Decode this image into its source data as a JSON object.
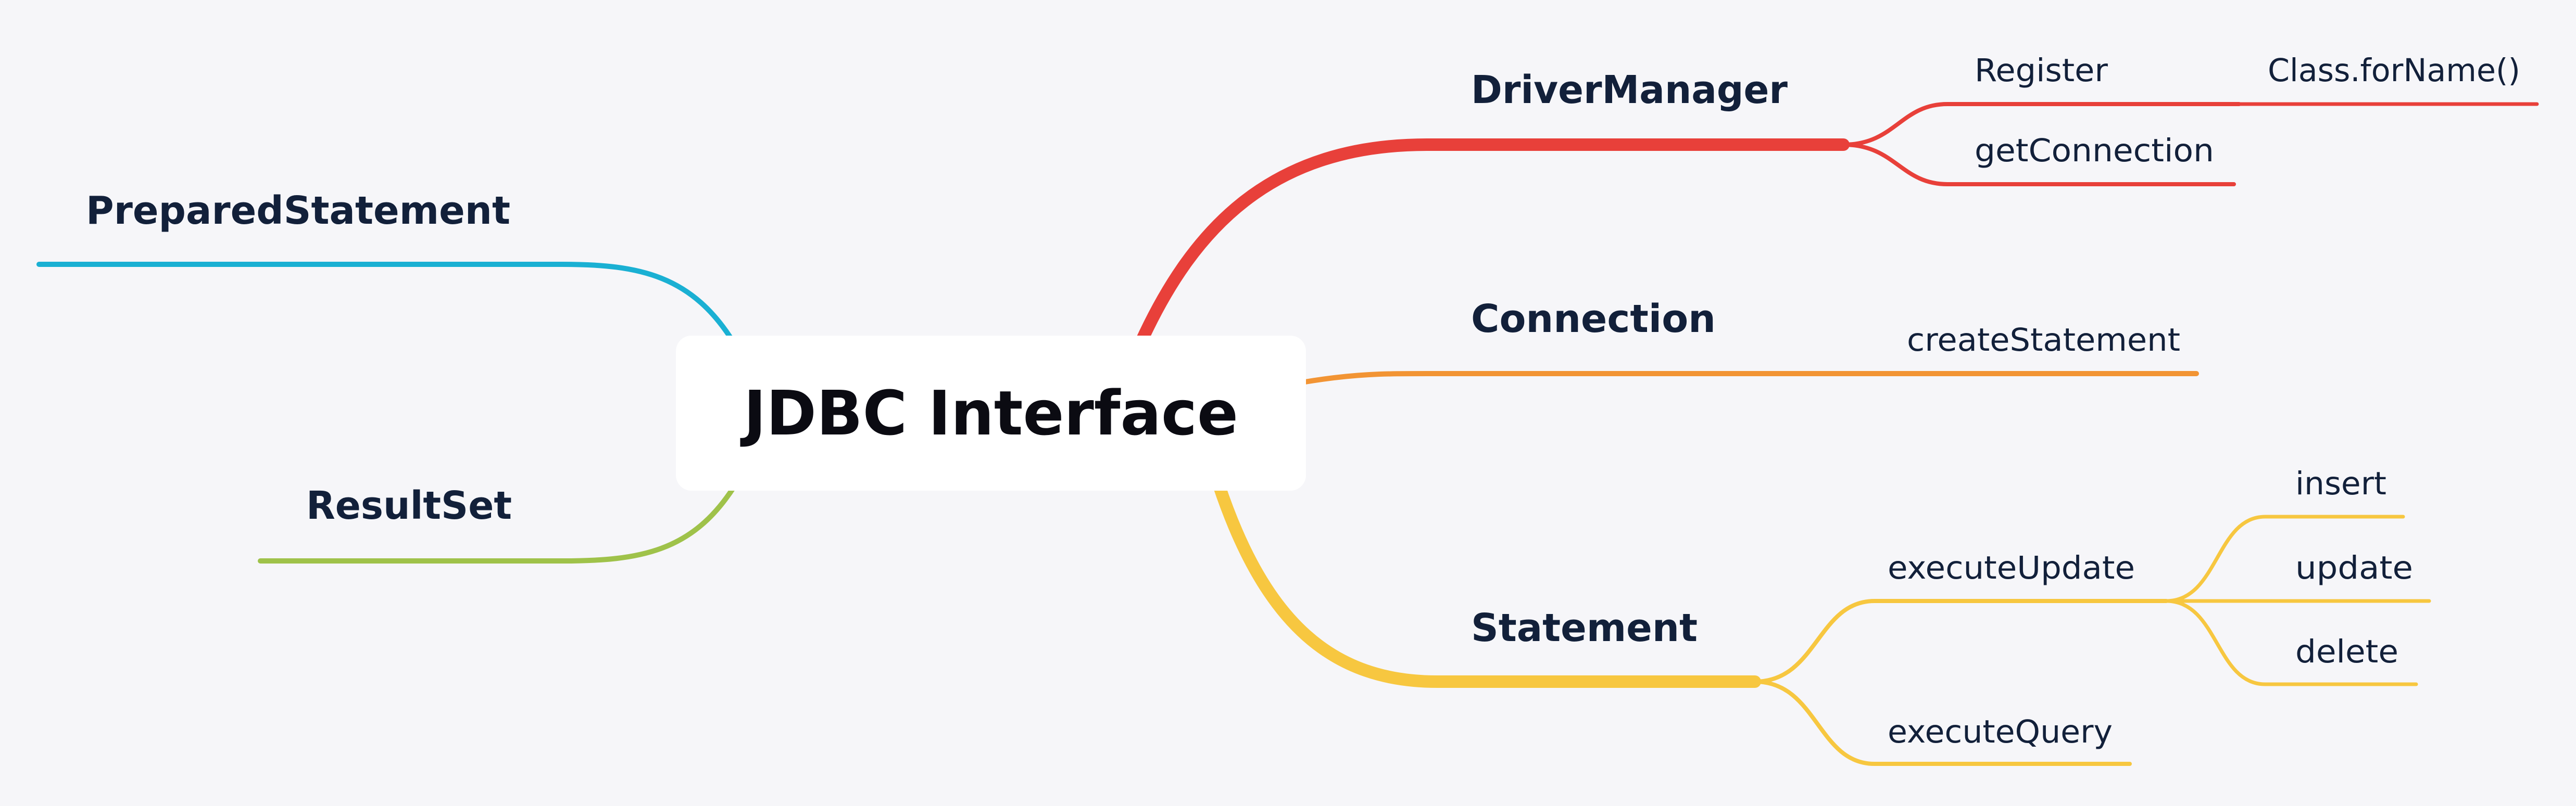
{
  "root": {
    "title": "JDBC Interface"
  },
  "branches": {
    "driver_manager": {
      "label": "DriverManager",
      "color": "#e8403a",
      "children": {
        "register": {
          "label": "Register",
          "child": {
            "label": "Class.forName()"
          }
        },
        "get_connection": {
          "label": "getConnection"
        }
      }
    },
    "connection": {
      "label": "Connection",
      "color": "#f29434",
      "children": {
        "create_statement": {
          "label": "createStatement"
        }
      }
    },
    "statement": {
      "label": "Statement",
      "color": "#f7c740",
      "children": {
        "execute_update": {
          "label": "executeUpdate",
          "children": {
            "insert": "insert",
            "update": "update",
            "delete": "delete"
          }
        },
        "execute_query": {
          "label": "executeQuery"
        }
      }
    },
    "prepared_statement": {
      "label": "PreparedStatement",
      "color": "#1ab0d3"
    },
    "result_set": {
      "label": "ResultSet",
      "color": "#9fc24a"
    }
  }
}
